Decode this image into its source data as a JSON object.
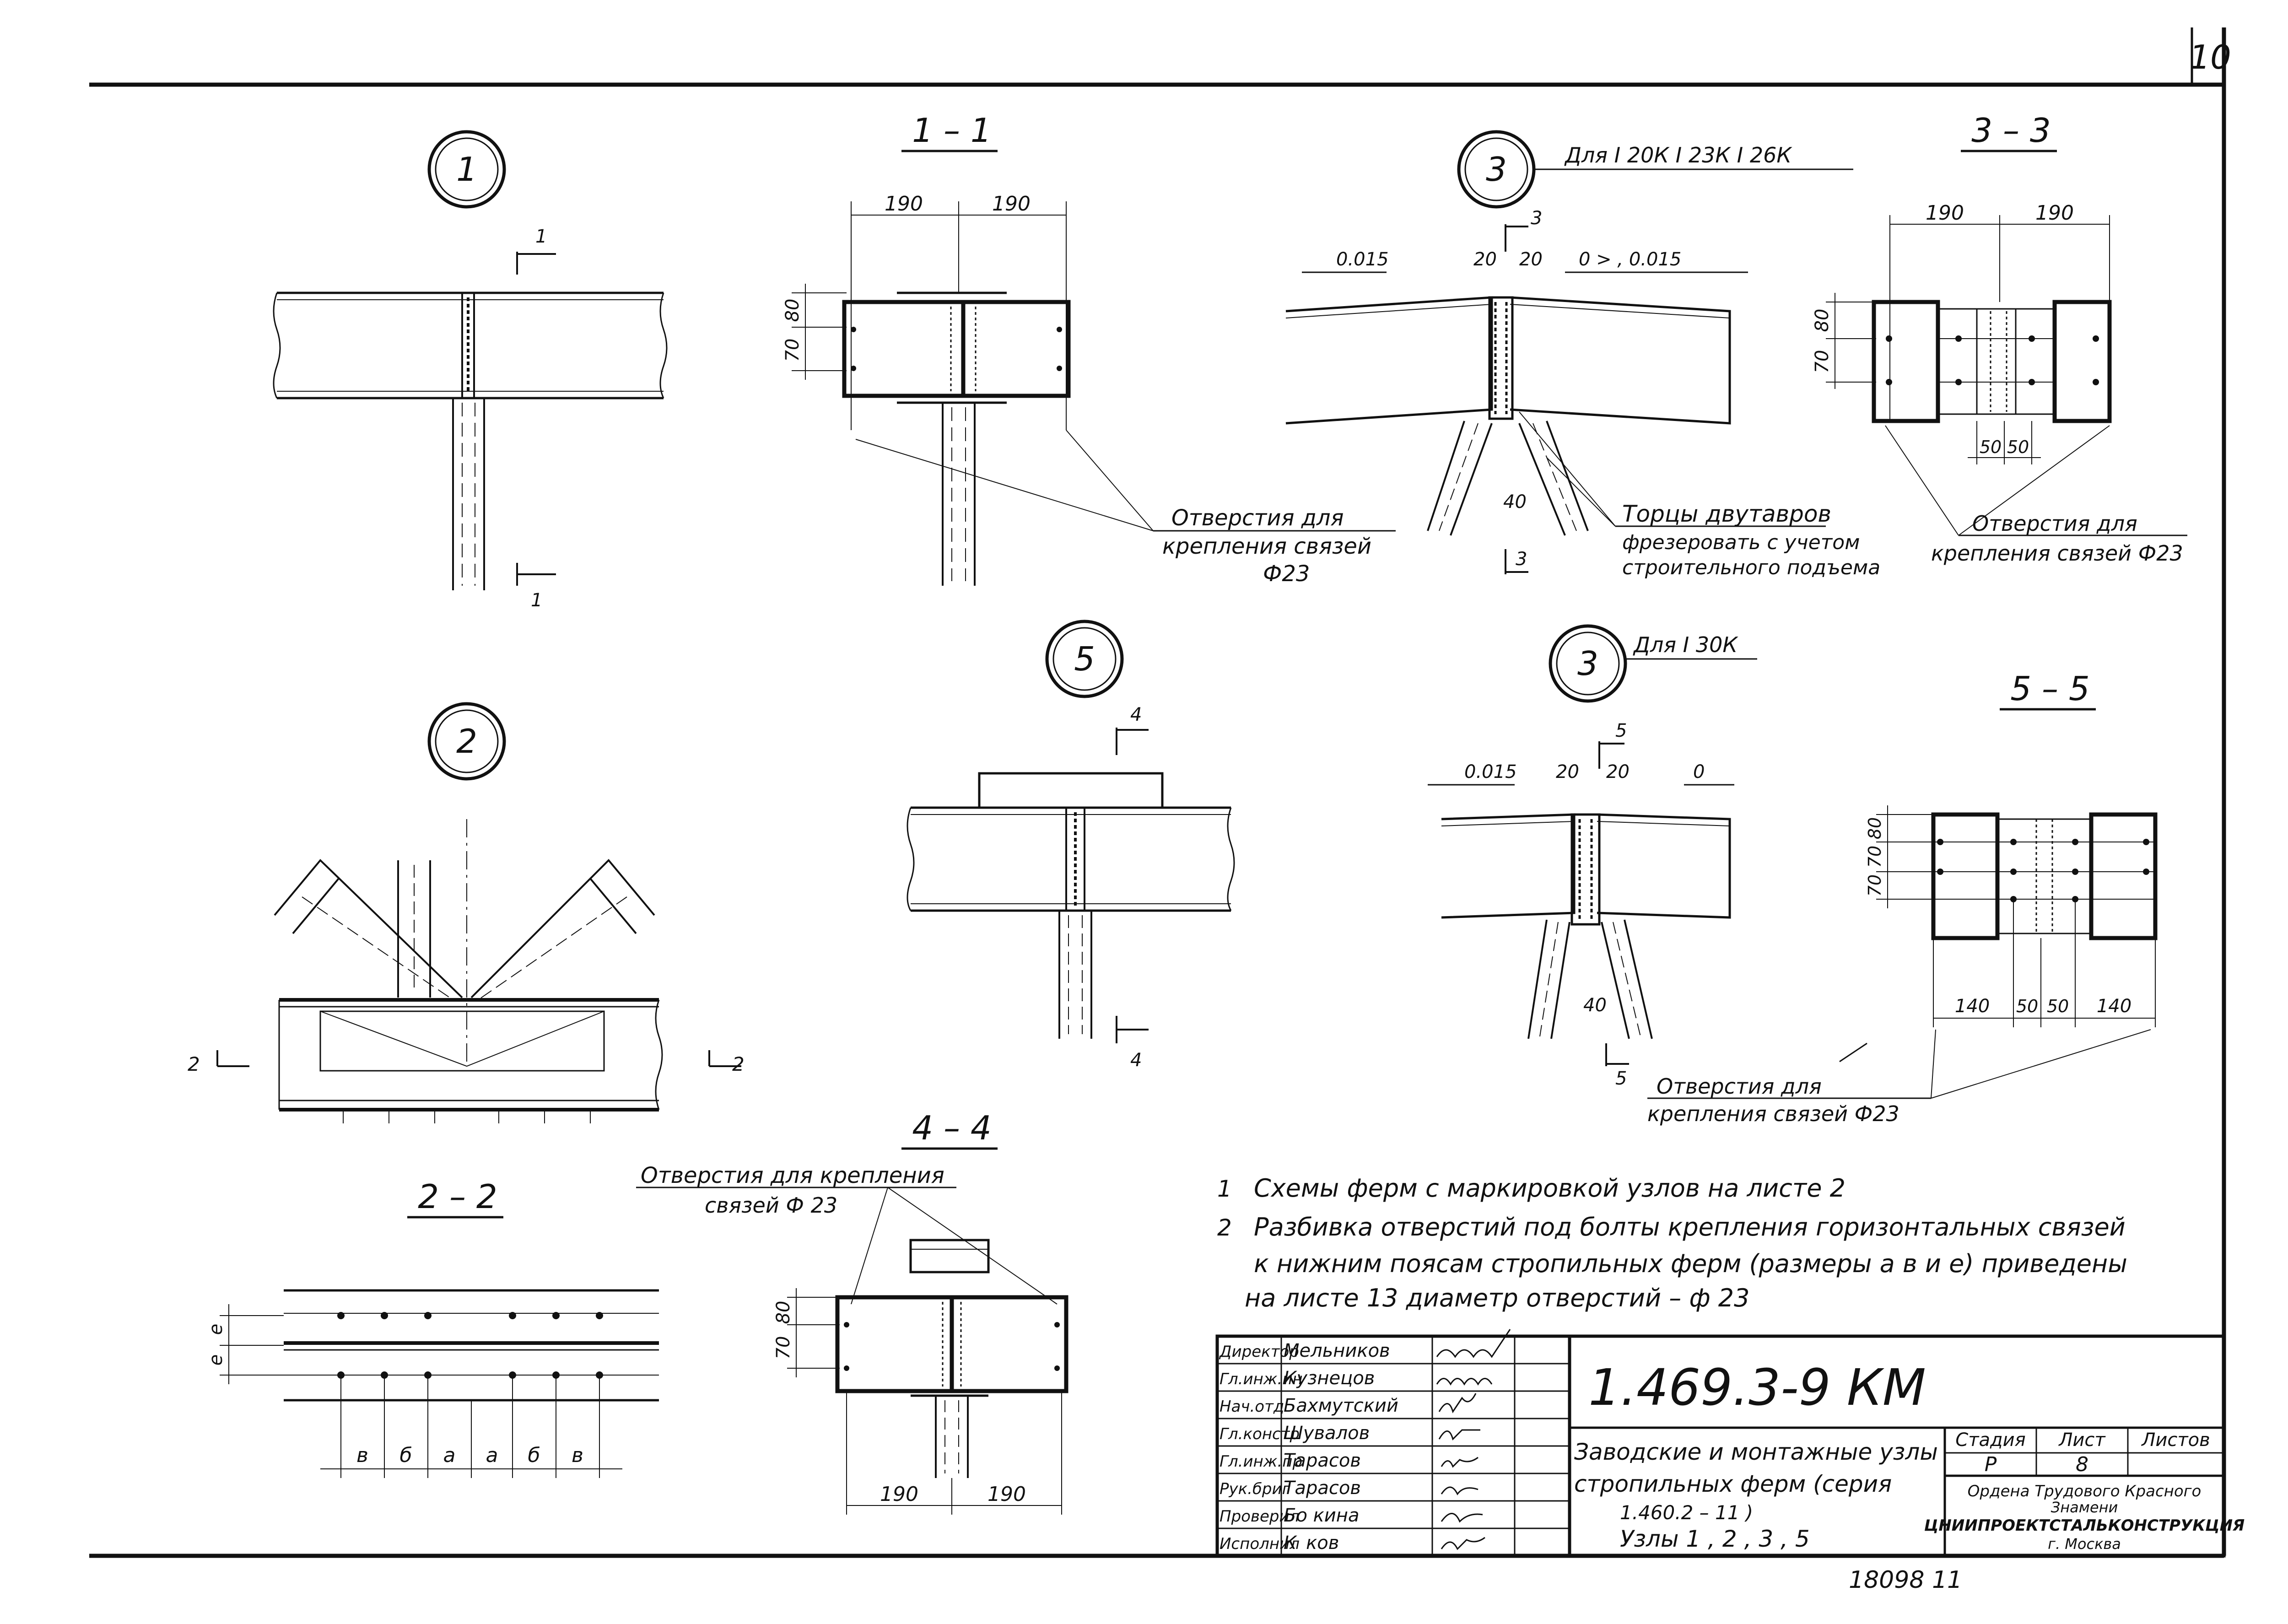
{
  "sheet": {
    "page_number": "10",
    "series_code": "1.469.3-9 КМ",
    "archive_number": "18098 11"
  },
  "views": {
    "node1": {
      "marker": "1",
      "cut": "1"
    },
    "section11": {
      "title": "1 – 1",
      "dim_left": "190",
      "dim_right": "190",
      "dim_top": "80",
      "dim_bottom": "70"
    },
    "node3a": {
      "marker": "3",
      "note": "Для  I 20К  I 23К  I 26К",
      "cut": "3",
      "slope_left": "0.015",
      "slope_right": "0 > , 0.015",
      "dim_a": "20",
      "dim_b": "20",
      "dim_c": "40"
    },
    "section33": {
      "title": "3 – 3",
      "dim_left": "190",
      "dim_right": "190",
      "dim_top": "80",
      "dim_bottom": "70",
      "dim_c1": "50",
      "dim_c2": "50"
    },
    "node2": {
      "marker": "2",
      "cut": "2"
    },
    "node5": {
      "marker": "5",
      "cut": "4"
    },
    "node3b": {
      "marker": "3",
      "note": "Для I 30К",
      "cut": "5",
      "slope_left": "0.015",
      "slope_right": "0",
      "dim_a": "20",
      "dim_b": "20",
      "dim_c": "40"
    },
    "section55": {
      "title": "5 – 5",
      "dim_top1": "80",
      "dim_top2": "70",
      "dim_top3": "70",
      "d1": "140",
      "d2": "50",
      "d3": "50",
      "d4": "140"
    },
    "section22": {
      "title": "2 – 2",
      "dim_e1": "е",
      "dim_e2": "е",
      "d_labels": [
        "в",
        "б",
        "а",
        "а",
        "б",
        "в"
      ]
    },
    "section44": {
      "title": "4 – 4",
      "dim_top": "80",
      "dim_bottom": "70",
      "dim_left": "190",
      "dim_right": "190"
    }
  },
  "callouts": {
    "holes_a_line1": "Отверстия  для",
    "holes_a_line2": "крепления  связей",
    "holes_a_line3": "Ф23",
    "ends_line1": "Торцы двутавров",
    "ends_line2": "фрезеровать с учетом",
    "ends_line3": "строительного подъема",
    "holes_b_line1": "Отверстия  для",
    "holes_b_line2": "крепления   связей Ф23",
    "holes_c_line1": "Отверстия  для",
    "holes_c_line2": "крепления  связей Ф23",
    "holes_d_line1": "Отверстия  для  крепления",
    "holes_d_line2": "связей  Ф 23"
  },
  "notes": {
    "n1_num": "1",
    "n1": "Схемы  ферм  с  маркировкой  узлов  на  листе  2",
    "n2_num": "2",
    "n2_l1": "Разбивка   отверстий  под болты  крепления  горизонтальных  связей",
    "n2_l2": "к  нижним  поясам  стропильных  ферм (размеры  а  в  и  е) приведены",
    "n2_l3": "на  листе  13     диаметр   отверстий  – ф 23"
  },
  "title_block": {
    "rows": [
      {
        "role": "Директор",
        "name": "Мельников"
      },
      {
        "role": "Гл.инж.ин",
        "name": "Кузнецов"
      },
      {
        "role": "Нач.отд",
        "name": "Бахмутский"
      },
      {
        "role": "Гл.констр",
        "name": "Шувалов"
      },
      {
        "role": "Гл.инж.пр",
        "name": "Тарасов"
      },
      {
        "role": "Рук.бриг",
        "name": "Тарасов"
      },
      {
        "role": "Проверил",
        "name": "Бо     кина"
      },
      {
        "role": "Исполнил",
        "name": "К      ков"
      }
    ],
    "desc_l1": "Заводские и монтажные узлы",
    "desc_l2": "стропильных  ферм (серия",
    "desc_l3": "1.460.2 – 11  )",
    "desc_l4": "Узлы 1 ,  2 ,  3 ,  5",
    "hdr_stage": "Стадия",
    "hdr_sheet": "Лист",
    "hdr_sheets": "Листов",
    "val_stage": "Р",
    "val_sheet": "8",
    "val_sheets": "",
    "org_l1": "Ордена Трудового Красного",
    "org_l2": "Знамени",
    "org_l3": "ЦНИИПРОЕКТСТАЛЬКОНСТРУКЦИЯ",
    "org_l4": "г. Москва"
  }
}
